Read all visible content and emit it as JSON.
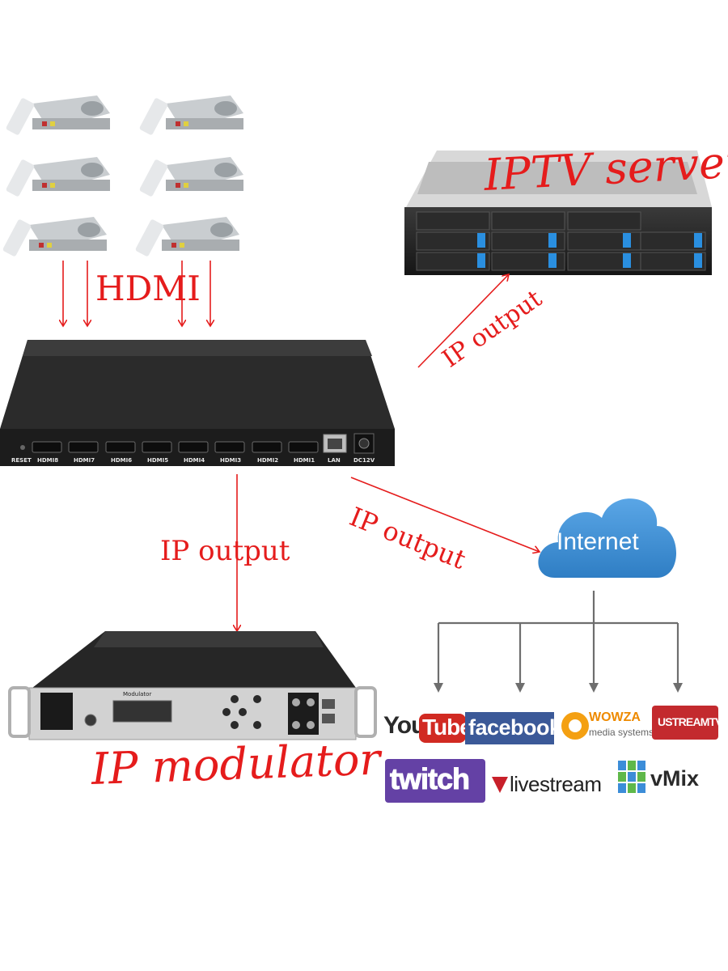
{
  "labels": {
    "iptv_server": "IPTV server",
    "hdmi": "HDMI",
    "ip_output_to_server": "IP output",
    "ip_output_to_internet": "IP output",
    "ip_output_to_modulator": "IP output",
    "ip_modulator": "IP modulator",
    "internet": "Internet"
  },
  "encoder_ports": [
    "RESET",
    "HDMI8",
    "HDMI7",
    "HDMI6",
    "HDMI5",
    "HDMI4",
    "HDMI3",
    "HDMI2",
    "HDMI1",
    "LAN",
    "DC12V"
  ],
  "modulator_front_label": "Modulator",
  "logos": {
    "youtube_a": "You",
    "youtube_b": "Tube",
    "facebook": "facebook",
    "wowza": "WOWZA",
    "wowza_sub": "media systems",
    "ustream": "USTREAMTV",
    "twitch": "twitch",
    "livestream": "livestream",
    "vmix": "vMix"
  },
  "colors": {
    "annotation": "#e51c1c",
    "arrow": "#e51c1c",
    "tree_lines": "#6e6e6e",
    "cloud": "#3f8fd4",
    "device_body": "#1f1f1f"
  }
}
